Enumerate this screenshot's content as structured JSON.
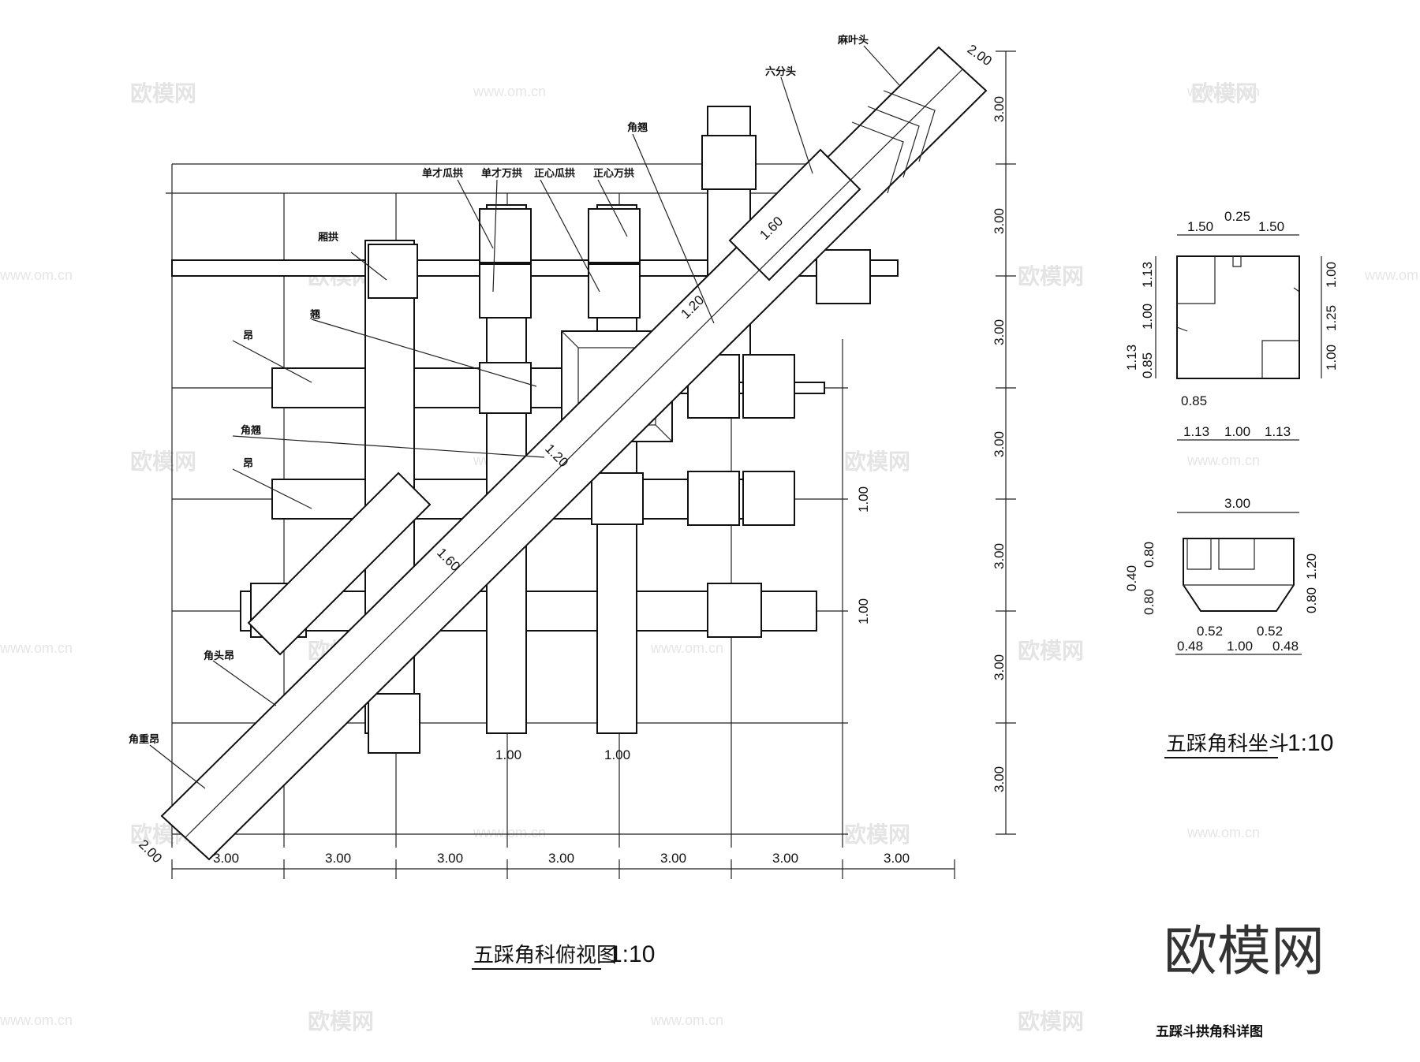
{
  "watermark": {
    "logo_text": "欧模网",
    "url_text": "www.om.cn"
  },
  "plan_view": {
    "title": "五踩角科俯视图",
    "scale": "1:10",
    "bottom_dims": [
      "3.00",
      "3.00",
      "3.00",
      "3.00",
      "3.00",
      "3.00",
      "3.00"
    ],
    "right_dims": [
      "3.00",
      "3.00",
      "3.00",
      "3.00",
      "3.00",
      "3.00",
      "3.00"
    ],
    "diagonal_end_width": "2.00",
    "diagonal_dims": [
      "1.60",
      "1.20",
      "1.20",
      "1.60"
    ],
    "column_width_dims": [
      "1.00",
      "1.00"
    ],
    "row_width_dims": [
      "1.00",
      "1.00"
    ],
    "labels": {
      "mayetou": "麻叶头",
      "liufentou": "六分头",
      "jiaoqiao_top": "角翘",
      "dancai_guagong": "单才瓜拱",
      "dancai_wangong": "单才万拱",
      "zhengxin_guagong": "正心瓜拱",
      "zhengxin_wangong": "正心万拱",
      "xianggong": "厢拱",
      "ang_1": "昂",
      "qiao": "翘",
      "jiaoqiao": "角翘",
      "ang_2": "昂",
      "jiaotouang": "角头昂",
      "jiaozhongang": "角重昂"
    }
  },
  "zuodou": {
    "title": "五踩角科坐斗",
    "scale": "1:10",
    "top_dims": [
      "1.50",
      "0.25",
      "1.50"
    ],
    "left_dims": [
      "1.13",
      "1.00",
      "1.13",
      "0.85"
    ],
    "right_dims": [
      "1.00",
      "1.25",
      "1.00"
    ],
    "bottom_dims": [
      "0.85",
      "1.13",
      "1.00",
      "1.13"
    ],
    "elev_top": "3.00",
    "elev_left": [
      "0.80",
      "0.40",
      "0.80"
    ],
    "elev_right": [
      "1.20",
      "0.80"
    ],
    "elev_bottom_a": [
      "0.52",
      "0.52"
    ],
    "elev_bottom_b": [
      "0.48",
      "1.00",
      "0.48"
    ]
  },
  "brand_logo": "欧模网",
  "caption": "五踩斗拱角科详图"
}
